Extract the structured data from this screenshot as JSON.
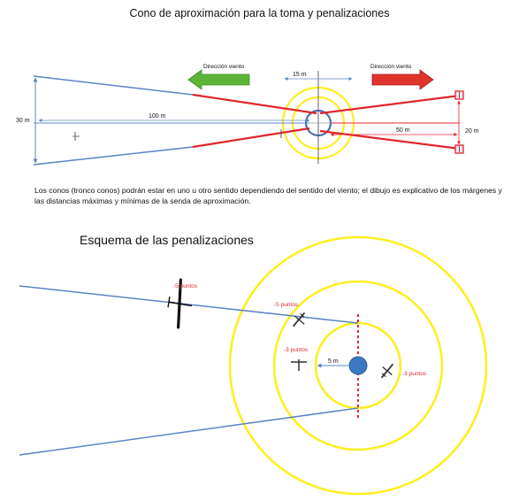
{
  "diagram1": {
    "title": "Cono de aproximación para la toma y penalizaciones",
    "wind_left_label": "Dirección viento",
    "wind_right_label": "Dirección viento",
    "dim_width_left": "30 m",
    "dim_length_left": "100 m",
    "dim_circle": "15 m",
    "dim_length_right": "50 m",
    "dim_width_right": "20 m",
    "colors": {
      "blue_line": "#5b84c4",
      "red_line": "#e0262c",
      "yellow_ring": "#ffee22",
      "green_arrow": "#5cb536",
      "red_arrow": "#e0332c"
    }
  },
  "caption": "Los conos (tronco conos) podrán estar en uno u otro sentido dependiendo del sentido del viento; el dibujo es explicativo de los márgenes y las distancias máximas y mínimas de la senda de aproximación.",
  "diagram2": {
    "title": "Esquema de las penalizaciones",
    "penalty_outer_left": "-5 puntos",
    "penalty_mid": "-5 puntos",
    "penalty_inner_left": "-3 puntos",
    "penalty_inner_right": "-3 puntos",
    "dim_center": "5 m",
    "icons": [
      "glider-icon",
      "glider-icon",
      "glider-icon",
      "glider-icon"
    ]
  }
}
